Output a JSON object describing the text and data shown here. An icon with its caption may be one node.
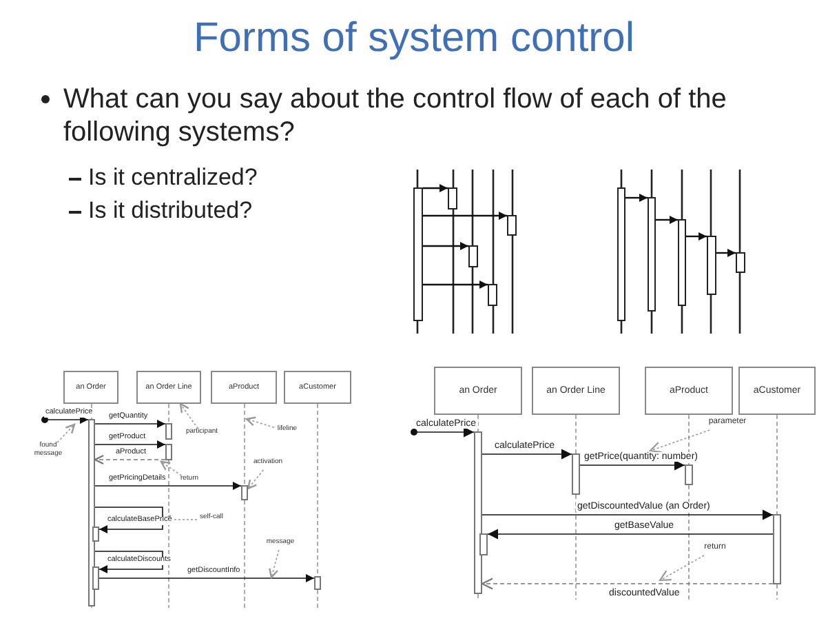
{
  "diagram": {
    "title": "Forms of system control",
    "nodes": [
      {
        "text": [],
        "shape": "bar"
      },
      {
        "text": [],
        "shape": "bar"
      },
      {
        "text": [],
        "shape": "bar"
      },
      {
        "text": [],
        "shape": "bar"
      },
      {
        "text": [],
        "shape": "bar"
      },
      {
        "text": [],
        "shape": "bar"
      },
      {
        "text": [],
        "shape": "bar"
      },
      {
        "text": [],
        "shape": "bar"
      },
      {
        "text": [],
        "shape": "bar"
      },
      {
        "text": [],
        "shape": "bar"
      },
      {
        "text": [
          "an Order"
        ]
      },
      {
        "text": [
          "an Order Line"
        ]
      },
      {
        "text": [
          "aProduct"
        ]
      },
      {
        "text": [
          "aCustomer"
        ]
      },
      {
        "text": [],
        "shape": "bar"
      },
      {
        "text": [],
        "shape": "bar"
      },
      {
        "text": [],
        "shape": "bar"
      },
      {
        "text": [],
        "shape": "bar"
      },
      {
        "text": [],
        "shape": "bar"
      },
      {
        "text": [],
        "shape": "bar"
      },
      {
        "text": [],
        "shape": "bar"
      },
      {
        "text": [],
        "shape": "circle"
      },
      {
        "text": [
          "found message"
        ]
      },
      {
        "text": [
          "participant"
        ]
      },
      {
        "text": [
          "lifeline"
        ]
      },
      {
        "text": [
          "return"
        ]
      },
      {
        "text": [
          "activation"
        ]
      },
      {
        "text": [
          "self-call"
        ]
      },
      {
        "text": [
          "message"
        ]
      },
      {
        "text": [
          "an Order"
        ]
      },
      {
        "text": [
          "an Order Line"
        ]
      },
      {
        "text": [
          "aProduct"
        ]
      },
      {
        "text": [
          "aCustomer"
        ]
      },
      {
        "text": [],
        "shape": "bar"
      },
      {
        "text": [],
        "shape": "bar"
      },
      {
        "text": [],
        "shape": "bar"
      },
      {
        "text": [],
        "shape": "bar"
      },
      {
        "text": [],
        "shape": "bar"
      },
      {
        "text": [],
        "shape": "circle"
      },
      {
        "text": [
          "parameter"
        ]
      },
      {
        "text": [
          "return"
        ]
      }
    ],
    "edges": [
      {
        "from": 0,
        "to": 1,
        "arrow": "to"
      },
      {
        "from": 0,
        "to": 2,
        "arrow": "to"
      },
      {
        "from": 0,
        "to": 3,
        "arrow": "to"
      },
      {
        "from": 0,
        "to": 4,
        "arrow": "to"
      },
      {
        "from": 5,
        "to": 6,
        "arrow": "to"
      },
      {
        "from": 6,
        "to": 7,
        "arrow": "to"
      },
      {
        "from": 7,
        "to": 8,
        "arrow": "to"
      },
      {
        "from": 8,
        "to": 9,
        "arrow": "to"
      },
      {
        "from": 21,
        "to": 14,
        "arrow": "to",
        "label": "calculatePrice"
      },
      {
        "from": 14,
        "to": 15,
        "arrow": "to",
        "label": "getQuantity"
      },
      {
        "from": 14,
        "to": 16,
        "arrow": "to",
        "label": "getProduct"
      },
      {
        "from": 16,
        "to": 14,
        "arrow": "to",
        "label": "aProduct",
        "style": "dashed",
        "color": "#777777"
      },
      {
        "from": 14,
        "to": 17,
        "arrow": "to",
        "label": "getPricingDetails"
      },
      {
        "from": 14,
        "to": 18,
        "arrow": "to",
        "label": "calculateBasePrice"
      },
      {
        "from": 14,
        "to": 19,
        "arrow": "to",
        "label": "calculateDiscounts"
      },
      {
        "from": 19,
        "to": 20,
        "arrow": "to",
        "label": "getDiscountInfo"
      },
      {
        "from": 22,
        "to": null,
        "arrow": "to",
        "style": "dashed",
        "color": "#999999"
      },
      {
        "from": 23,
        "to": 11,
        "arrow": "to",
        "style": "dashed",
        "color": "#999999"
      },
      {
        "from": 24,
        "to": null,
        "arrow": "to",
        "style": "dashed",
        "color": "#999999"
      },
      {
        "from": 25,
        "to": null,
        "arrow": "to",
        "style": "dashed",
        "color": "#999999"
      },
      {
        "from": 26,
        "to": 17,
        "arrow": "to",
        "style": "dashed",
        "color": "#999999"
      },
      {
        "from": 27,
        "to": null,
        "arrow": "to",
        "style": "dashed",
        "color": "#999999"
      },
      {
        "from": 28,
        "to": null,
        "arrow": "to",
        "style": "dashed",
        "color": "#999999"
      },
      {
        "from": 38,
        "to": 33,
        "arrow": "to",
        "label": "calculatePrice"
      },
      {
        "from": 33,
        "to": 34,
        "arrow": "to",
        "label": "calculatePrice"
      },
      {
        "from": 34,
        "to": 35,
        "arrow": "to",
        "label": "getPrice(quantity: number)"
      },
      {
        "from": 33,
        "to": 36,
        "arrow": "to",
        "label": "getDiscountedValue (an Order)"
      },
      {
        "from": 36,
        "to": 37,
        "arrow": "to",
        "label": "getBaseValue"
      },
      {
        "from": 36,
        "to": 33,
        "arrow": "to",
        "label": "discountedValue",
        "style": "dashed",
        "color": "#777777"
      },
      {
        "from": 39,
        "to": null,
        "arrow": "to",
        "style": "dashed",
        "color": "#999999"
      },
      {
        "from": 40,
        "to": null,
        "arrow": "to",
        "style": "dashed",
        "color": "#999999"
      },
      {
        "from": 10,
        "to": 14,
        "arrow": "none",
        "style": "dashed",
        "color": "#888888"
      },
      {
        "from": 11,
        "to": 15,
        "arrow": "none",
        "style": "dashed",
        "color": "#888888"
      },
      {
        "from": 12,
        "to": 17,
        "arrow": "none",
        "style": "dashed",
        "color": "#888888"
      },
      {
        "from": 13,
        "to": 20,
        "arrow": "none",
        "style": "dashed",
        "color": "#888888"
      },
      {
        "from": 29,
        "to": 33,
        "arrow": "none",
        "style": "dashed",
        "color": "#888888"
      },
      {
        "from": 30,
        "to": 34,
        "arrow": "none",
        "style": "dashed",
        "color": "#888888"
      },
      {
        "from": 31,
        "to": 35,
        "arrow": "none",
        "style": "dashed",
        "color": "#888888"
      },
      {
        "from": 32,
        "to": 36,
        "arrow": "none",
        "style": "dashed",
        "color": "#888888"
      }
    ],
    "labels": [
      "What can you say about the control flow of each of the following systems?",
      "Is it centralized?",
      "Is it distributed?"
    ]
  }
}
